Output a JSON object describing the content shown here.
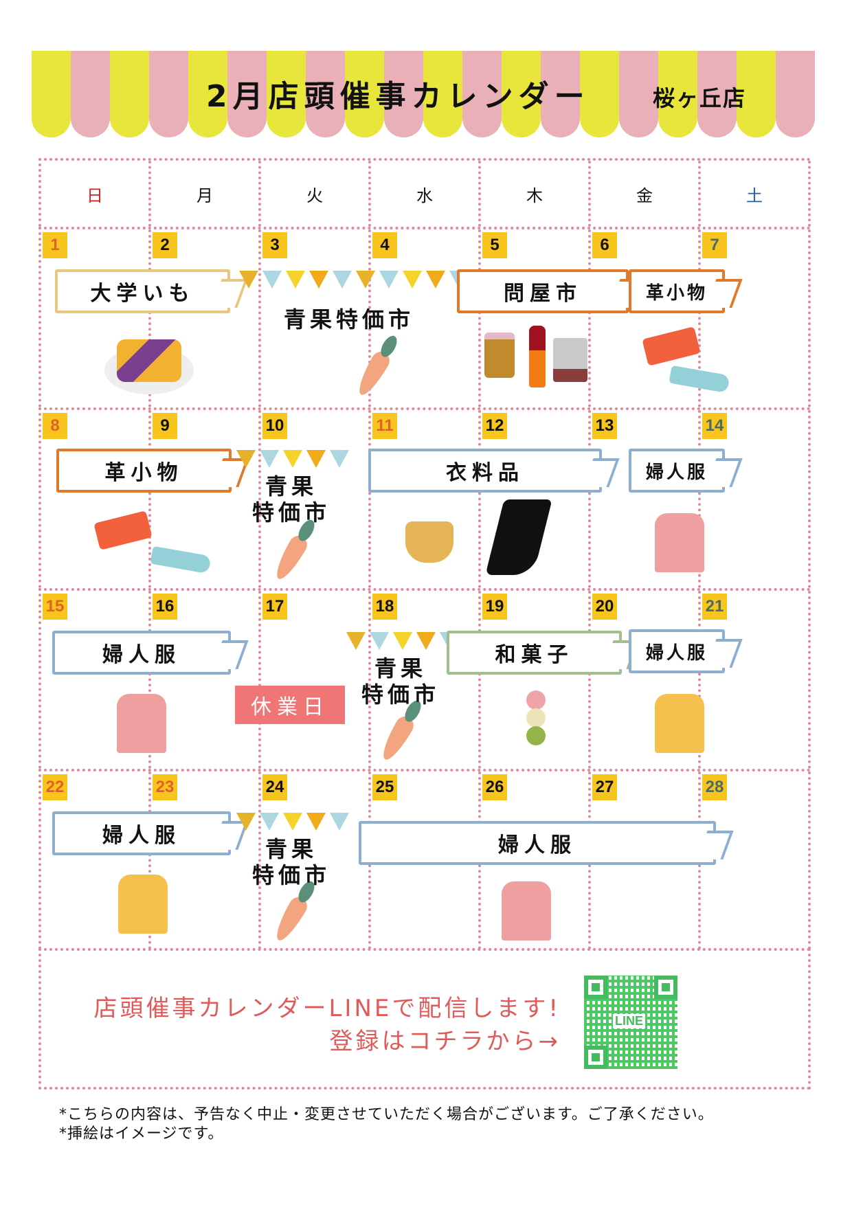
{
  "header": {
    "title": "2月店頭催事カレンダー",
    "store": "桜ヶ丘店",
    "colors": {
      "stripe_yellow": "#e8e63a",
      "stripe_pink": "#eab0b8"
    }
  },
  "weekdays": [
    "日",
    "月",
    "火",
    "水",
    "木",
    "金",
    "土"
  ],
  "weeks": [
    {
      "days": [
        "1",
        "2",
        "3",
        "4",
        "5",
        "6",
        "7"
      ]
    },
    {
      "days": [
        "8",
        "9",
        "10",
        "11",
        "12",
        "13",
        "14"
      ]
    },
    {
      "days": [
        "15",
        "16",
        "17",
        "18",
        "19",
        "20",
        "21"
      ]
    },
    {
      "days": [
        "22",
        "23",
        "24",
        "25",
        "26",
        "27",
        "28"
      ]
    }
  ],
  "events": {
    "daigaku_imo": "大学いも",
    "seika_3_4": "青果特価市",
    "tonya_ichi": "問屋市",
    "kawa_komono_7": "革小物",
    "kawa_komono_8_9": "革小物",
    "seika_10_line1": "青果",
    "seika_10_line2": "特価市",
    "iryohin": "衣料品",
    "fujinfuku_14": "婦人服",
    "fujinfuku_15_16": "婦人服",
    "closed_17": "休業日",
    "seika_18_line1": "青果",
    "seika_18_line2": "特価市",
    "wagashi": "和菓子",
    "fujinfuku_21": "婦人服",
    "fujinfuku_22_23": "婦人服",
    "seika_24_line1": "青果",
    "seika_24_line2": "特価市",
    "fujinfuku_25_28": "婦人服"
  },
  "promo": {
    "line1": "店頭催事カレンダーLINEで配信します!",
    "line2": "登録はコチラから→",
    "qr_label": "LINE",
    "color": "#e05a5a"
  },
  "notes": [
    "*こちらの内容は、予告なく中止・変更させていただく場合がございます。ご了承ください。",
    "*挿絵はイメージです。"
  ],
  "colors": {
    "badge": "#f7c51d",
    "sunday_holiday_number": "#e0612a",
    "saturday_number": "#4a6b66",
    "sunday_label": "#cc2222",
    "saturday_label": "#1a5fb4",
    "grid_dots": "#e2889a",
    "closed_badge": "#f07575"
  }
}
